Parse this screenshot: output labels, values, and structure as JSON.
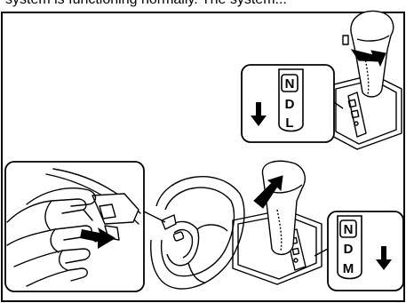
{
  "caption_fragment": "system is functioning normally. The system...",
  "top_callout": {
    "gears": [
      "N",
      "D",
      "L"
    ],
    "boxed_gear": "N",
    "arrow_direction": "down"
  },
  "bottom_callout": {
    "gears": [
      "N",
      "D",
      "M"
    ],
    "boxed_gear": "N",
    "arrow_direction": "down"
  }
}
